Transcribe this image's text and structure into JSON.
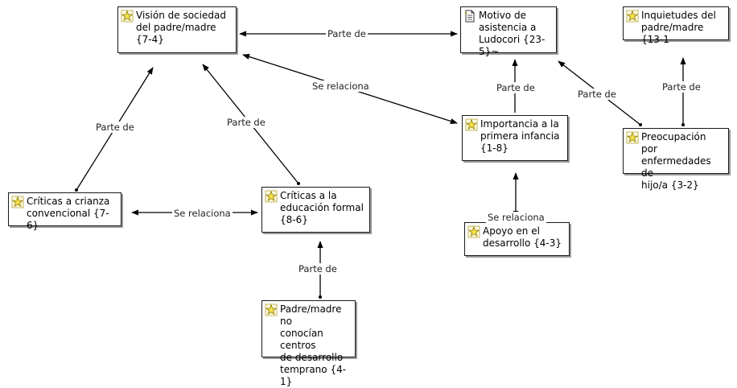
{
  "icons": {
    "code": "code-star-icon",
    "document": "document-icon"
  },
  "colors": {
    "line": "#000000",
    "node_border": "#1a1a1a",
    "shadow": "#9a9a9a",
    "icon_yellow": "#f3e04a"
  },
  "nodes": [
    {
      "id": "vision",
      "text": "Visión de sociedad\ndel padre/madre\n{7-4}",
      "icon": "code-star-icon"
    },
    {
      "id": "motivo",
      "text": "Motivo de\nasistencia a\nLudocori {23-5}~",
      "icon": "document-icon"
    },
    {
      "id": "inquietudes",
      "text": "Inquietudes del\npadre/madre {13-1",
      "icon": "code-star-icon"
    },
    {
      "id": "importancia",
      "text": "Importancia a la\nprimera infancia\n{1-8}",
      "icon": "code-star-icon"
    },
    {
      "id": "preocupacion",
      "text": "Preocupación por\nenfermedades de\nhijo/a {3-2}",
      "icon": "code-star-icon"
    },
    {
      "id": "criticas_crianza",
      "text": "Críticas a crianza\nconvencional {7-6}",
      "icon": "code-star-icon"
    },
    {
      "id": "criticas_educacion",
      "text": "Críticas a la\neducación formal\n{8-6}",
      "icon": "code-star-icon"
    },
    {
      "id": "apoyo",
      "text": "Apoyo en el\ndesarrollo {4-3}",
      "icon": "code-star-icon"
    },
    {
      "id": "padre_madre",
      "text": "Padre/madre no\nconocían centros\nde desarrollo\ntemprano {4-1}",
      "icon": "code-star-icon"
    }
  ],
  "links": [
    {
      "id": "l1",
      "label": "Parte de"
    },
    {
      "id": "l2",
      "label": "Se relaciona"
    },
    {
      "id": "l3",
      "label": "Parte de"
    },
    {
      "id": "l4",
      "label": "Parte de"
    },
    {
      "id": "l5",
      "label": "Parte de"
    },
    {
      "id": "l6",
      "label": "Parte de"
    },
    {
      "id": "l7",
      "label": "Parte de"
    },
    {
      "id": "l8",
      "label": "Se relaciona"
    },
    {
      "id": "l9",
      "label": "Se relaciona"
    },
    {
      "id": "l10",
      "label": "Parte de"
    }
  ]
}
